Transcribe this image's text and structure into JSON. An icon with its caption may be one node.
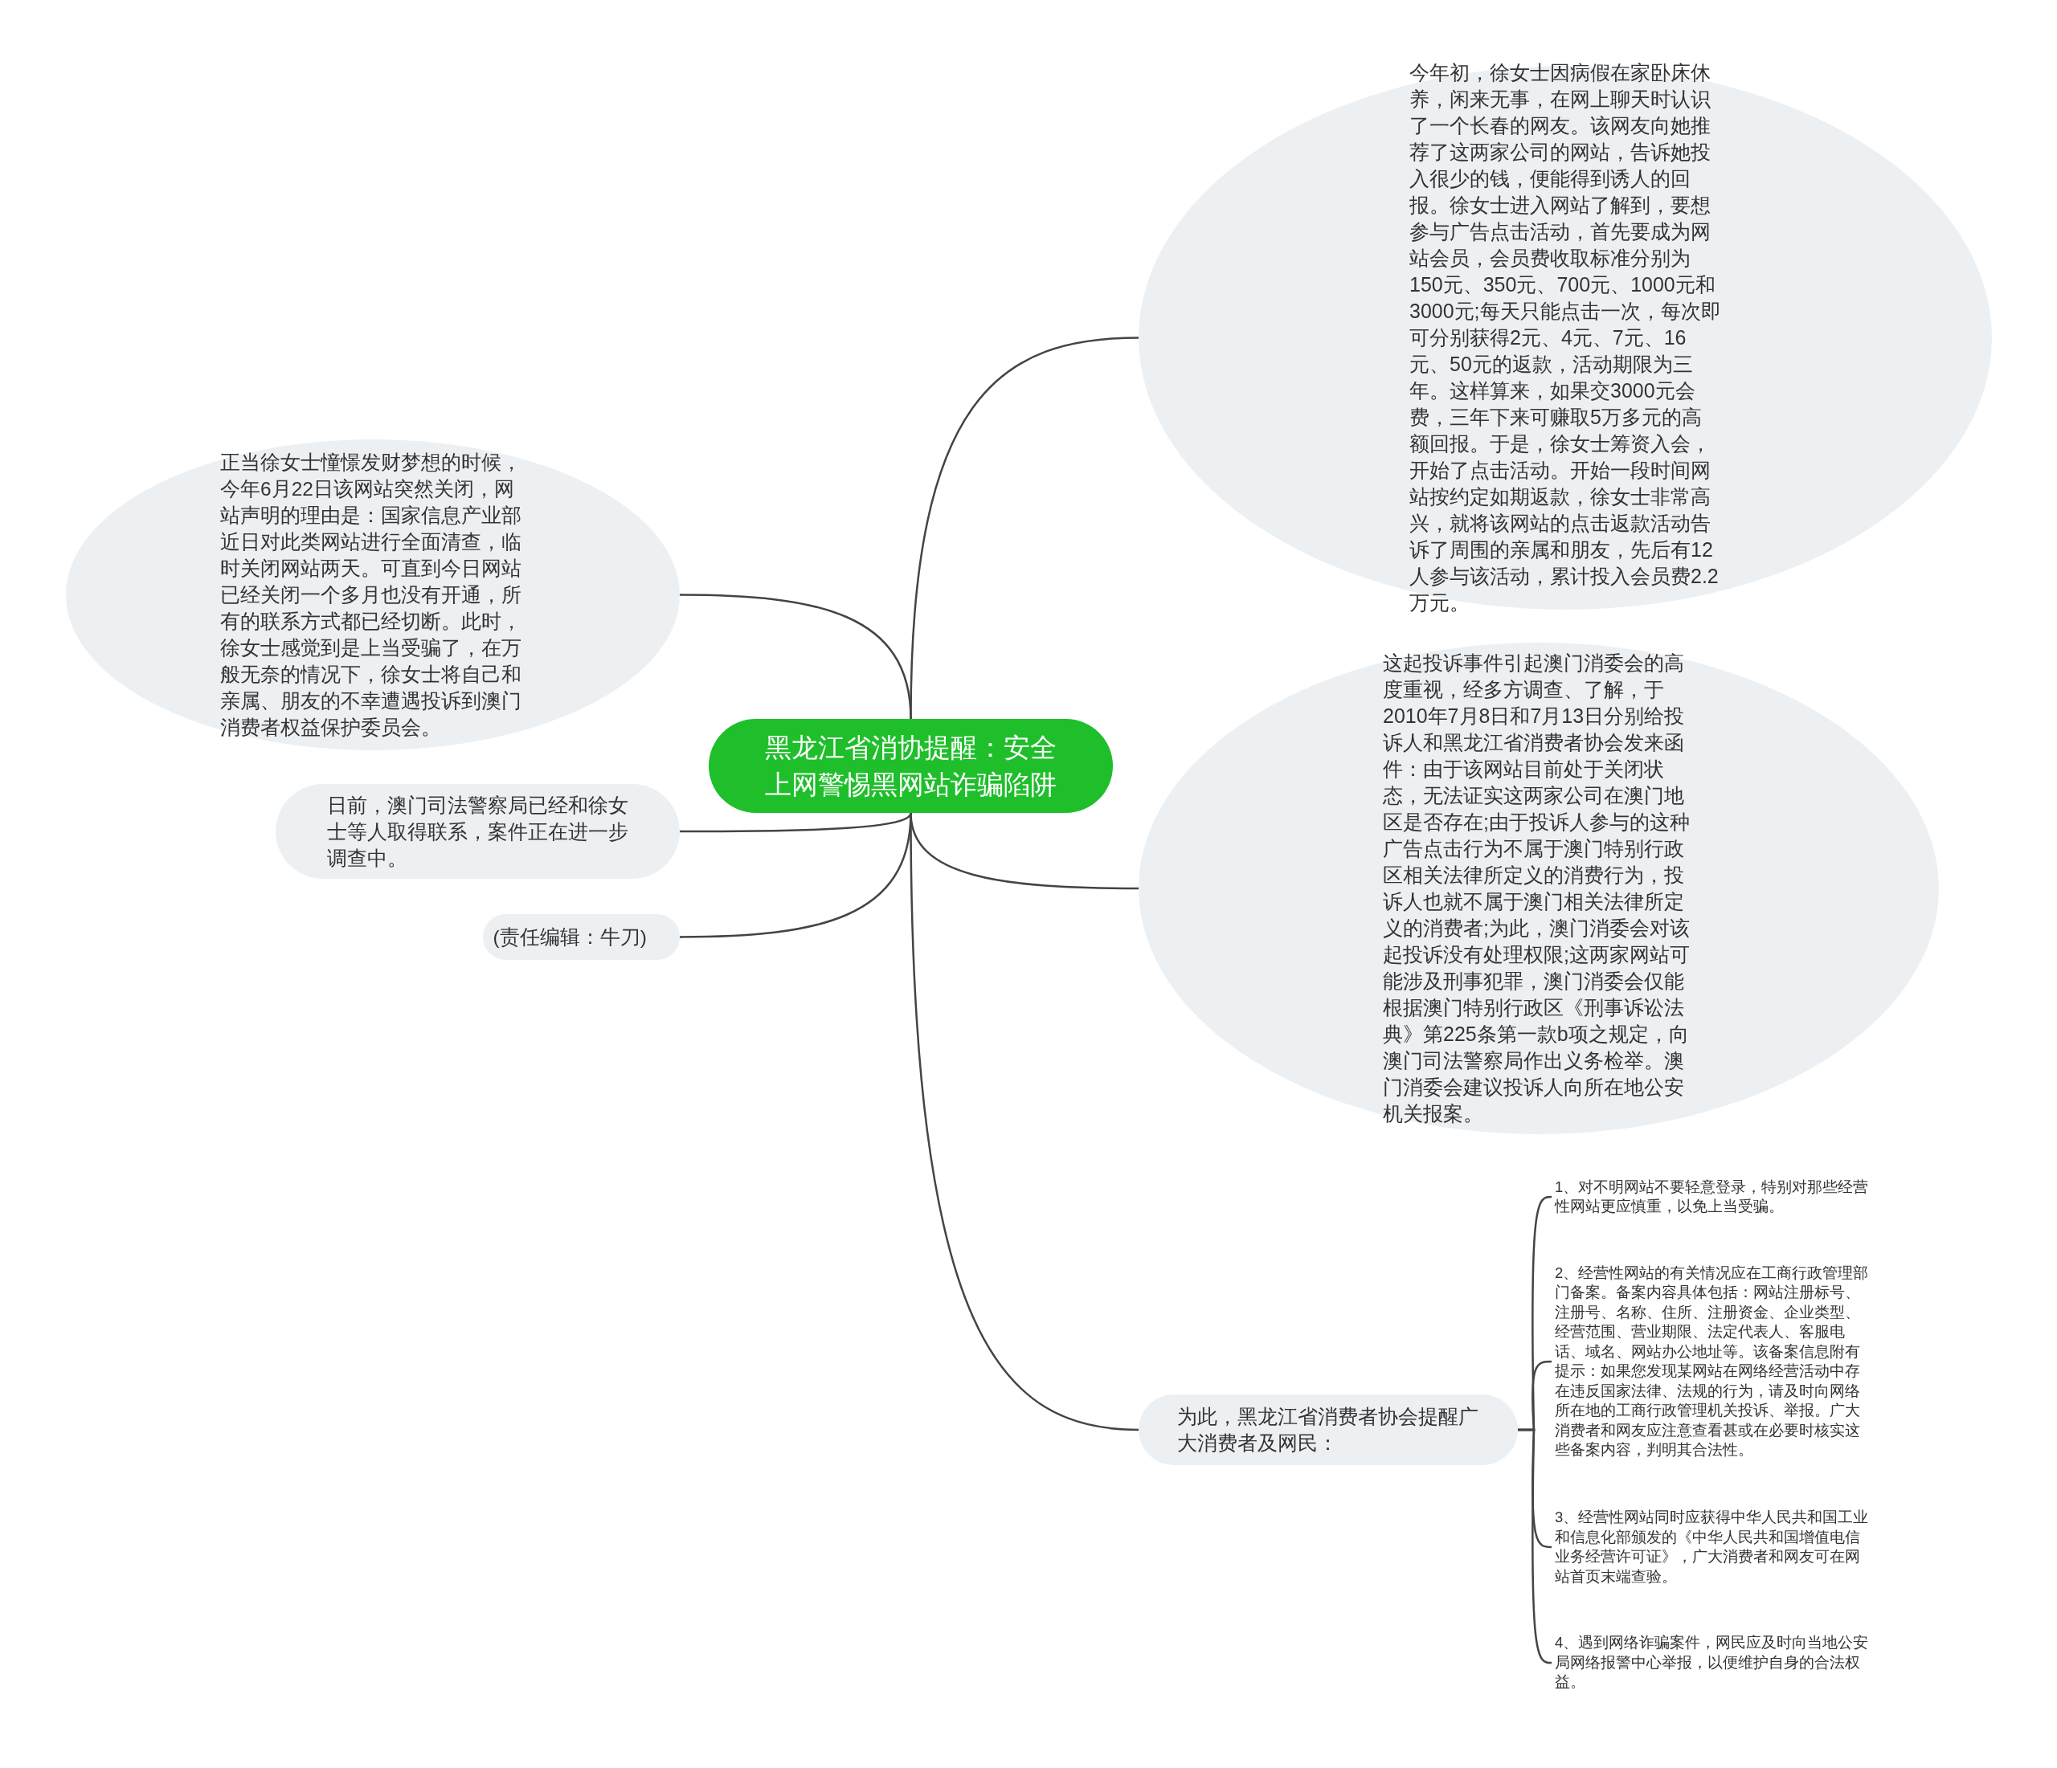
{
  "diagram": {
    "nodes": [
      {
        "text": [
          "黑龙江省消协提醒：安全上网警惕黑网站诈骗陷阱"
        ]
      },
      {
        "text": [
          "今年初，徐女士因病假在家卧床休养，闲来无事，在网上聊天时认识了一个长春的网友。该网友向她推荐了这两家公司的网站，告诉她投入很少的钱，便能得到诱人的回报。徐女士进入网站了解到，要想参与广告点击活动，首先要成为网站会员，会员费收取标准分别为150元、350元、700元、1000元和3000元;每天只能点击一次，每次即可分别获得2元、4元、7元、16元、50元的返款，活动期限为三年。这样算来，如果交3000元会费，三年下来可赚取5万多元的高额回报。于是，徐女士筹资入会，开始了点击活动。开始一段时间网站按约定如期返款，徐女士非常高兴，就将该网站的点击返款活动告诉了周围的亲属和朋友，先后有12人参与该活动，累计投入会员费2.2万元。"
        ]
      },
      {
        "text": [
          "正当徐女士憧憬发财梦想的时候，今年6月22日该网站突然关闭，网站声明的理由是：国家信息产业部近日对此类网站进行全面清查，临时关闭网站两天。可直到今日网站已经关闭一个多月也没有开通，所有的联系方式都已经切断。此时，徐女士感觉到是上当受骗了，在万般无奈的情况下，徐女士将自己和亲属、朋友的不幸遭遇投诉到澳门消费者权益保护委员会。"
        ]
      },
      {
        "text": [
          "这起投诉事件引起澳门消委会的高度重视，经多方调查、了解，于2010年7月8日和7月13日分别给投诉人和黑龙江省消费者协会发来函件：由于该网站目前处于关闭状态，无法证实这两家公司在澳门地区是否存在;由于投诉人参与的这种广告点击行为不属于澳门特别行政区相关法律所定义的消费行为，投诉人也就不属于澳门相关法律所定义的消费者;为此，澳门消委会对该起投诉没有处理权限;这两家网站可能涉及刑事犯罪，澳门消委会仅能根据澳门特别行政区《刑事诉讼法典》第225条第一款b项之规定，向澳门司法警察局作出义务检举。澳门消委会建议投诉人向所在地公安机关报案。"
        ]
      },
      {
        "text": [
          "日前，澳门司法警察局已经和徐女士等人取得联系，案件正在进一步调查中。"
        ]
      },
      {
        "text": [
          "(责任编辑：牛刀)"
        ]
      },
      {
        "text": [
          "为此，黑龙江省消费者协会提醒广大消费者及网民："
        ]
      },
      {
        "text": [
          "1、对不明网站不要轻意登录，特别对那些经营性网站更应慎重，以免上当受骗。"
        ]
      },
      {
        "text": [
          "2、经营性网站的有关情况应在工商行政管理部门备案。备案内容具体包括：网站注册标号、注册号、名称、住所、注册资金、企业类型、经营范围、营业期限、法定代表人、客服电话、域名、网站办公地址等。该备案信息附有提示：如果您发现某网站在网络经营活动中存在违反国家法律、法规的行为，请及时向网络所在地的工商行政管理机关投诉、举报。广大消费者和网友应注意查看甚或在必要时核实这些备案内容，判明其合法性。"
        ]
      },
      {
        "text": [
          "3、经营性网站同时应获得中华人民共和国工业和信息化部颁发的《中华人民共和国增值电信业务经营许可证》，广大消费者和网友可在网站首页末端查验。"
        ]
      },
      {
        "text": [
          "4、遇到网络诈骗案件，网民应及时向当地公安局网络报警中心举报，以便维护自身的合法权益。"
        ]
      }
    ],
    "edges": [
      {
        "from": 0,
        "to": 1,
        "arrow": "none"
      },
      {
        "from": 0,
        "to": 2,
        "arrow": "none"
      },
      {
        "from": 0,
        "to": 3,
        "arrow": "none"
      },
      {
        "from": 0,
        "to": 4,
        "arrow": "none"
      },
      {
        "from": 0,
        "to": 5,
        "arrow": "none"
      },
      {
        "from": 0,
        "to": 6,
        "arrow": "none"
      },
      {
        "from": 6,
        "to": 7,
        "arrow": "none"
      },
      {
        "from": 6,
        "to": 8,
        "arrow": "none"
      },
      {
        "from": 6,
        "to": 9,
        "arrow": "none"
      },
      {
        "from": 6,
        "to": 10,
        "arrow": "none"
      }
    ]
  }
}
